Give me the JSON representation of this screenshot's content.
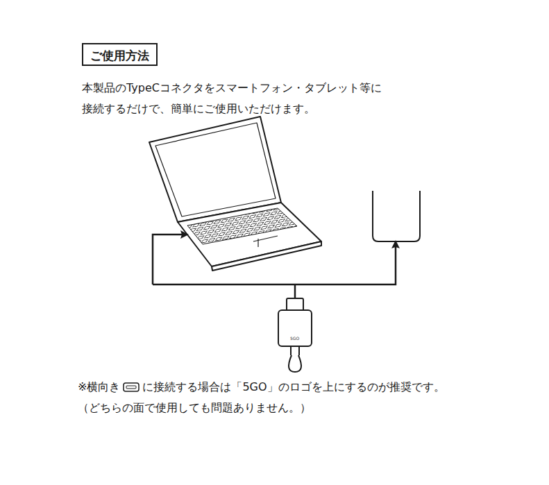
{
  "diagram": {
    "title": "ご使用方法",
    "labels": [
      "本製品のTypeCコネクタをスマートフォン・タブレット等に 接続するだけで、簡単にご使用いただけます。",
      "5GO",
      "※横向き",
      "に接続する場合は「5GO」のロゴを上にするのが推奨です。",
      "（どちらの面で使用しても問題ありません。）"
    ]
  }
}
